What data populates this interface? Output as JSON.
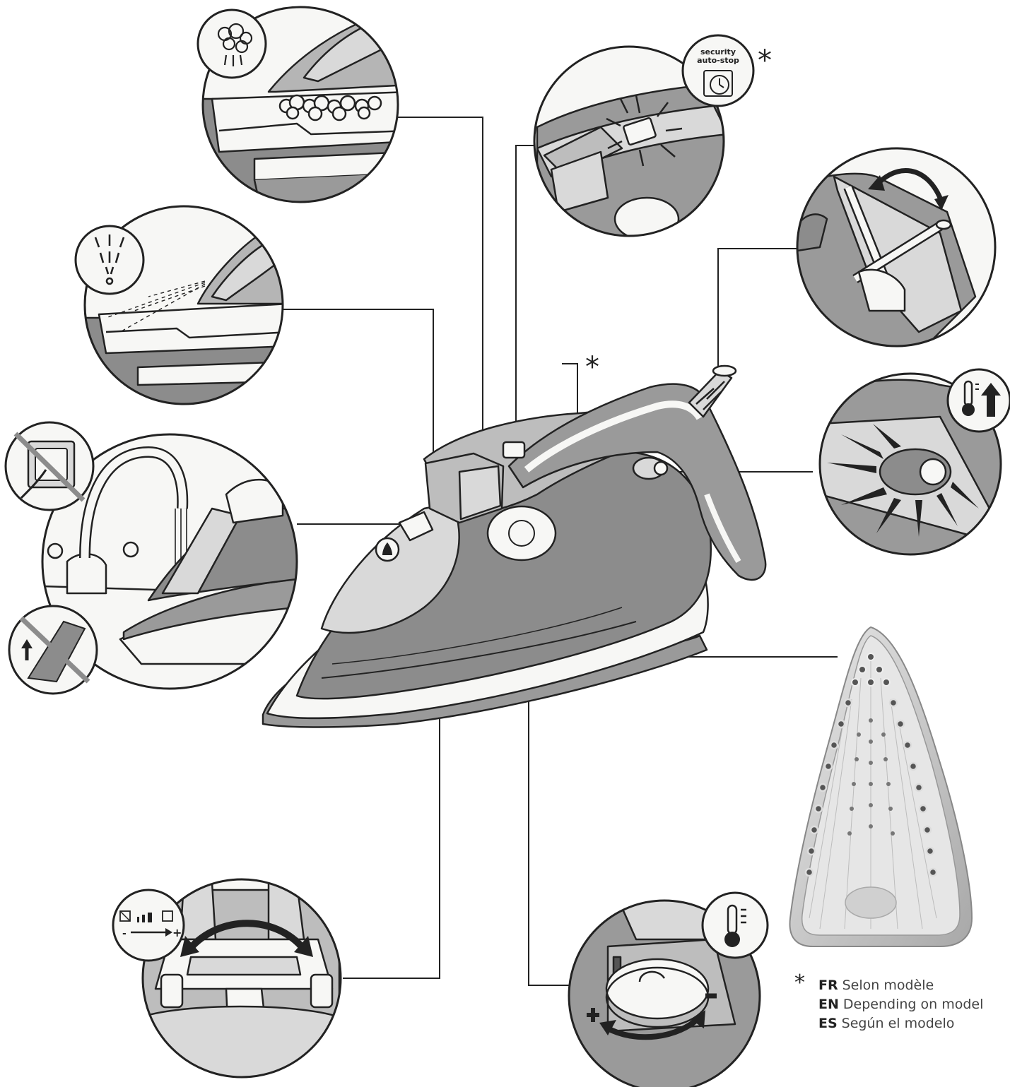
{
  "badges": {
    "security_line1": "security",
    "security_line2": "auto-stop"
  },
  "asterisk": "*",
  "legend": {
    "rows": [
      {
        "code": "FR",
        "text": "Selon modèle"
      },
      {
        "code": "EN",
        "text": "Depending on model"
      },
      {
        "code": "ES",
        "text": "Según el modelo"
      }
    ]
  },
  "icons": [
    "steam-burst-icon",
    "spray-icon",
    "security-auto-stop-icon",
    "anti-calc-valve-icon",
    "thermostat-light-icon",
    "thermostat-icon",
    "steam-selector-icon",
    "no-plug-icon",
    "self-clean-icon"
  ],
  "colors": {
    "line": "#222222",
    "body_dark": "#8c8c8c",
    "body_mid": "#b5b5b5",
    "body_light": "#d9d9d9",
    "white_part": "#f7f7f5"
  }
}
